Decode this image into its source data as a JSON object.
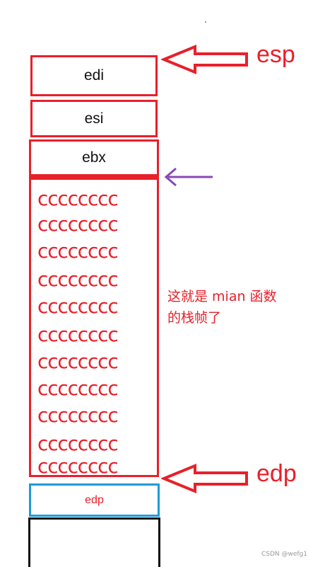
{
  "stack": {
    "slots": [
      "edi",
      "esi",
      "ebx"
    ],
    "fill_text": "cccccccc",
    "fill_rows": 11,
    "base_slot": "edp"
  },
  "labels": {
    "esp": "esp",
    "edp": "edp",
    "note_line1": "这就是 mian 函数",
    "note_line2": "的栈帧了"
  },
  "watermark": "CSDN @wefg1",
  "colors": {
    "red": "#e8202a",
    "blue": "#1e9bd7",
    "purple": "#8b48b8",
    "black": "#111111"
  }
}
